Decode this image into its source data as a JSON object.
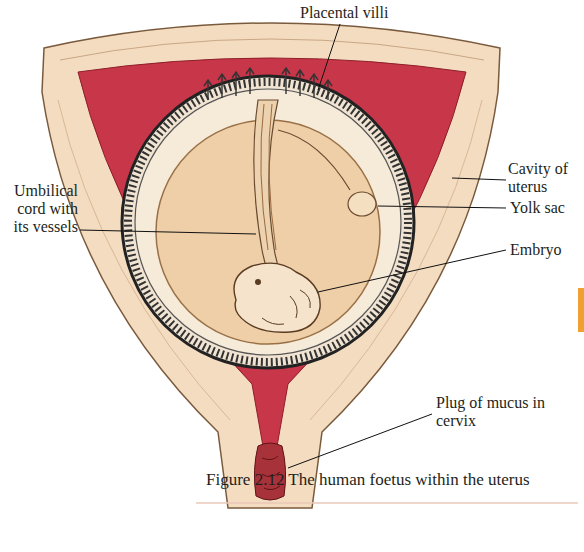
{
  "diagram": {
    "caption": "Figure 2.12 The human foetus within the uterus",
    "labels": [
      "Placental villi",
      "Cavity of uterus",
      "Umbilical cord with its vessels",
      "Yolk sac",
      "Embryo",
      "Plug of mucus in cervix"
    ]
  }
}
